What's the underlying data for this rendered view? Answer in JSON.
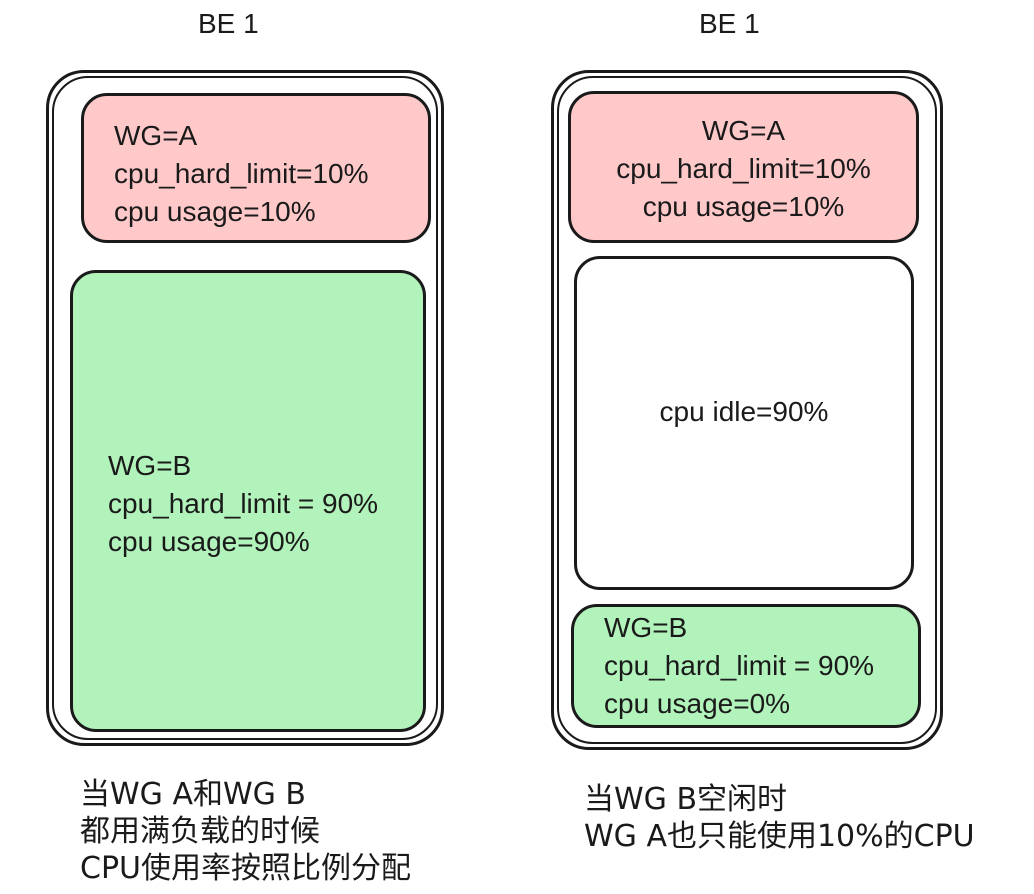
{
  "left": {
    "title": "BE 1",
    "wg_a": {
      "line1": "WG=A",
      "line2": "cpu_hard_limit=10%",
      "line3": "cpu usage=10%"
    },
    "wg_b": {
      "line1": "WG=B",
      "line2": "cpu_hard_limit = 90%",
      "line3": "cpu usage=90%"
    },
    "caption": [
      "当WG A和WG B",
      "都用满负载的时候",
      "CPU使用率按照比例分配"
    ]
  },
  "right": {
    "title": "BE 1",
    "wg_a": {
      "line1": "WG=A",
      "line2": "cpu_hard_limit=10%",
      "line3": "cpu usage=10%"
    },
    "idle": {
      "label": "cpu idle=90%"
    },
    "wg_b": {
      "line1": "WG=B",
      "line2": "cpu_hard_limit = 90%",
      "line3": "cpu usage=0%"
    },
    "caption": [
      "当WG B空闲时",
      "WG A也只能使用10%的CPU"
    ]
  },
  "colors": {
    "wg_a_fill": "#ffc9c9",
    "wg_b_fill": "#b2f2bb",
    "idle_fill": "#ffffff",
    "stroke": "#1a1a1a"
  }
}
